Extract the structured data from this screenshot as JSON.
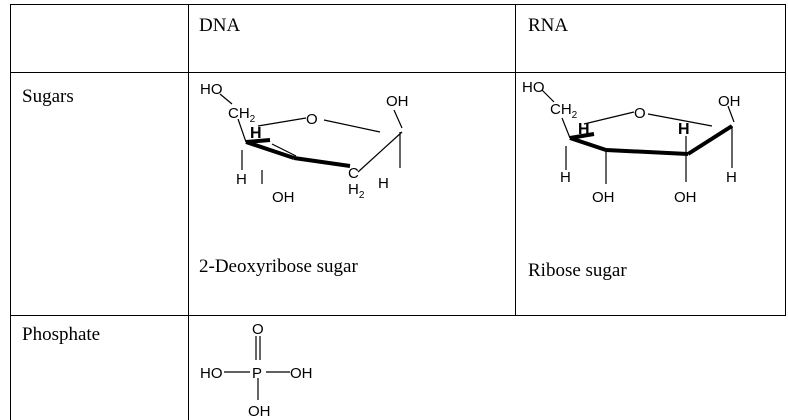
{
  "table": {
    "header": {
      "col1": "",
      "col2": "DNA",
      "col3": "RNA"
    },
    "rows": [
      {
        "label": "Sugars",
        "dna": {
          "caption": "2-Deoxyribose sugar",
          "structure_labels": {
            "ho": "HO",
            "ch": "CH",
            "ch_sub": "2",
            "o": "O",
            "oh_right": "OH",
            "h_left": "H",
            "h_center": "H",
            "oh_bottom": "OH",
            "c": "C",
            "h2": "H",
            "h2_sub": "2",
            "h_right": "H"
          }
        },
        "rna": {
          "caption": "Ribose sugar",
          "structure_labels": {
            "ho": "HO",
            "ch": "CH",
            "ch_sub": "2",
            "o": "O",
            "oh_right": "OH",
            "h_left": "H",
            "h_center": "H",
            "h_inner_right": "H",
            "h_right": "H",
            "oh_bottom_left": "OH",
            "oh_bottom_right": "OH"
          }
        }
      },
      {
        "label": "Phosphate",
        "structure_labels": {
          "o": "O",
          "ho": "HO",
          "p": "P",
          "oh_right": "OH",
          "oh_bottom": "OH"
        }
      }
    ]
  }
}
